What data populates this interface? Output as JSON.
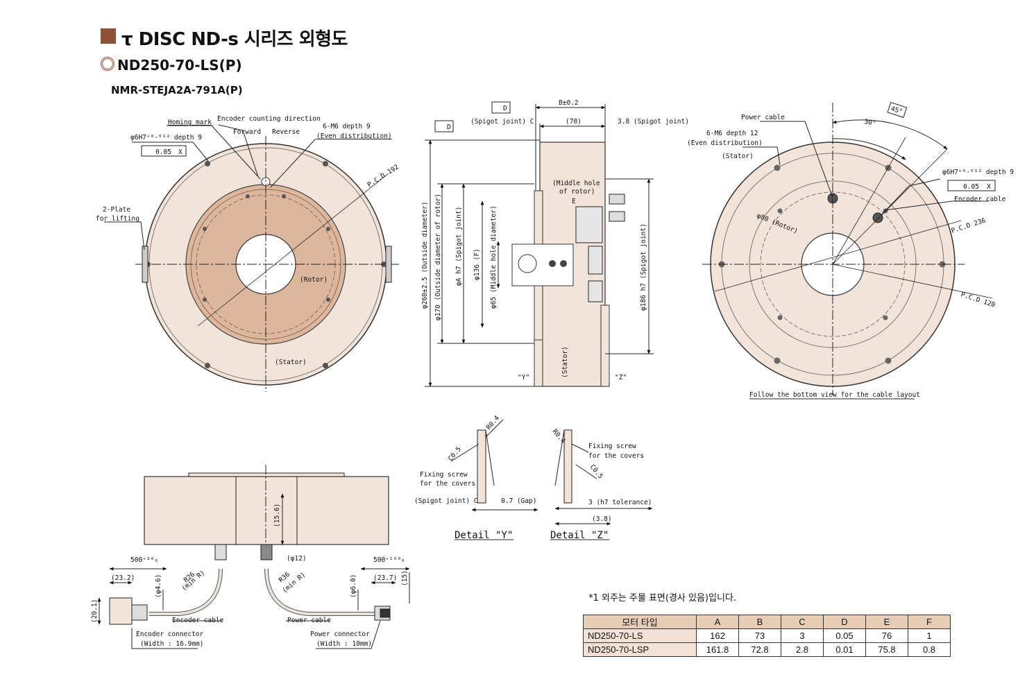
{
  "header": {
    "title": "τ DISC ND-s 시리즈  외형도",
    "model": "ND250-70-LS(P)",
    "driver": "NMR-STEJA2A-791A(P)"
  },
  "front_view": {
    "homing_mark": "Homing mark",
    "encoder_direction": "Encoder counting direction",
    "forward": "Forward",
    "reverse": "Reverse",
    "holes": "6-M6 depth 9",
    "even_distribution": "(Even distribution)",
    "pin_hole": "φ6H7⁺⁰·⁰¹² depth 9",
    "tolerance": "0.05",
    "datum": "X",
    "pcd": "P.C.D 192",
    "lifting_plate": "2-Plate",
    "lifting_plate_2": "for lifting",
    "rotor": "(Rotor)",
    "stator": "(Stator)"
  },
  "side_view": {
    "datum_d": "D",
    "spigot_c": "(Spigot joint) C",
    "b_dim": "B±0.2",
    "dim_70": "(70)",
    "spigot_38": "3.8 (Spigot joint)",
    "middle_hole": "(Middle hole",
    "middle_hole_2": "of rotor)",
    "e_label": "E",
    "outside_dia": "φ260±2.5 (Outside diameter)",
    "rotor_dia": "φ170 (Outside diameter of rotor)",
    "a_dia": "φA h7 (Spigot joint)",
    "f_dia": "φ136 (F)",
    "hole_dia": "φ65 (Middle hole diameter)",
    "spigot_186": "φ186 h7 (Spigot joint)",
    "stator": "(Stator)",
    "y_mark": "\"Y\"",
    "z_mark": "\"Z\""
  },
  "bottom_view": {
    "power_cable": "Power cable",
    "holes": "6-M6 depth 12",
    "even_distribution": "(Even distribution)",
    "stator": "(Stator)",
    "angle_45": "45°",
    "angle_30": "30°",
    "pin_hole": "φ6H7⁺⁰·⁰¹² depth 9",
    "tolerance": "0.05",
    "datum": "X",
    "encoder_cable": "Encoder cable",
    "rotor": "φ80 (Rotor)",
    "pcd_236": "P.C.D 236",
    "pcd_120": "P.C.D 120",
    "caption": "Follow the bottom view for the cable layout"
  },
  "details": {
    "y_fixing": "Fixing screw",
    "y_fixing_2": "for the covers",
    "y_spigot": "(Spigot joint) C",
    "y_gap": "0.7 (Gap)",
    "y_c05": "C0.5",
    "y_r04": "R0.4",
    "y_title": "Detail \"Y\"",
    "z_fixing": "Fixing screw",
    "z_fixing_2": "for the covers",
    "z_h7": "3 (h7 tolerance)",
    "z_38": "(3.8)",
    "z_c05": "C0.5",
    "z_r04": "R0.4",
    "z_title": "Detail \"Z\""
  },
  "cable_view": {
    "len_left": "500⁺³⁰₀",
    "len_right": "500⁺¹⁰⁰₀",
    "dim_232": "(23.2)",
    "dim_237": "(23.7)",
    "dim_156": "(15.6)",
    "dim_12": "(φ12)",
    "dim_46": "(φ4.6)",
    "dim_60": "(φ6.0)",
    "dim_201": "(20.1)",
    "dim_15": "(15)",
    "r_enc": "R26",
    "r_enc_2": "(min R)",
    "r_pow": "R36",
    "r_pow_2": "(min R)",
    "encoder_cable": "Encoder cable",
    "encoder_connector": "Encoder connector",
    "encoder_width": "(Width : 16.9mm)",
    "power_cable": "Power cable",
    "power_connector": "Power connector",
    "power_width": "(Width : 10mm)"
  },
  "note": "*1  외주는 주물 표면(경사 있음)입니다.",
  "table": {
    "headers": [
      "모터 타입",
      "A",
      "B",
      "C",
      "D",
      "E",
      "F"
    ],
    "rows": [
      {
        "name": "ND250-70-LS",
        "values": [
          "162",
          "73",
          "3",
          "0.05",
          "76",
          "1"
        ]
      },
      {
        "name": "ND250-70-LSP",
        "values": [
          "161.8",
          "72.8",
          "2.8",
          "0.01",
          "75.8",
          "0.8"
        ]
      }
    ]
  }
}
